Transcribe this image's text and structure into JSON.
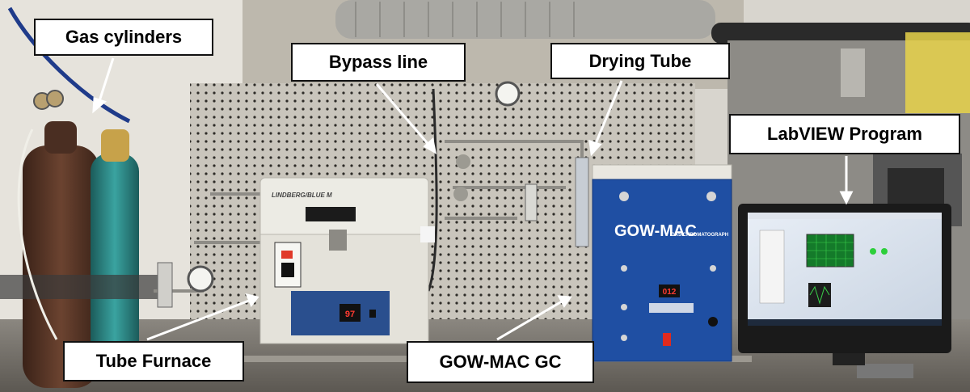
{
  "callouts": {
    "gas_cylinders": "Gas cylinders",
    "bypass_line": "Bypass line",
    "drying_tube": "Drying Tube",
    "labview_program": "LabVIEW Program",
    "tube_furnace": "Tube Furnace",
    "gowmac_gc": "GOW-MAC GC"
  },
  "equipment": {
    "furnace_brand": "LINDBERG/BLUE M",
    "furnace_temp": "97",
    "gc_brand": "GOW-MAC",
    "gc_subtitle": "GAS CHROMATOGRAPH",
    "gc_display": "012"
  },
  "colors": {
    "label_bg": "#ffffff",
    "arrow": "#ffffff",
    "gc_blue": "#1f4fa3",
    "cylinder_brown": "#5a3524",
    "cylinder_teal": "#2e8a88"
  }
}
